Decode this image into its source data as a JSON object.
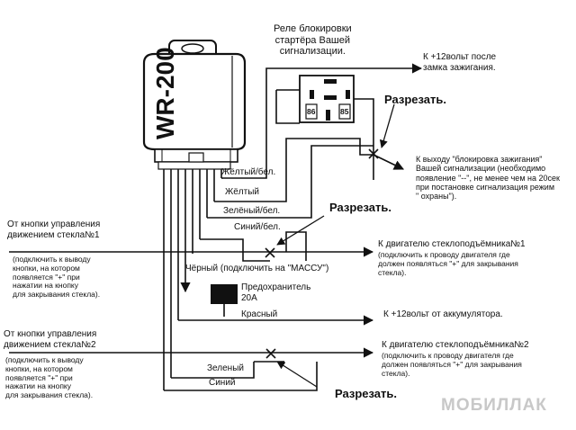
{
  "module": {
    "name": "WR-200"
  },
  "relay": {
    "title": "Реле блокировки\nстартёра Вашей\nсигнализации.",
    "pin_86": "86",
    "pin_85": "85"
  },
  "cut_labels": [
    "Разрезать.",
    "Разрезать.",
    "Разрезать."
  ],
  "wires": {
    "yellow_white": "Жёлтый/бел.",
    "yellow": "Жёлтый",
    "green_white": "Зелёный/бел.",
    "blue_white": "Синий/бел.",
    "black": "Чёрный (подключить на \"МАССУ\")",
    "red": "Красный",
    "green": "Зеленый",
    "blue": "Синий"
  },
  "fuse": {
    "label": "Предохранитель\n20А"
  },
  "right_notes": {
    "ignition": "К +12вольт после\nзамка зажигания.",
    "ignition_lock_out": "К выходу \"блокировка зажигания\"\n Вашей сигнализации (необходимо\nпоявление \"--\", не менее чем на 20сек\nпри постановке сигнализация режим\n\" охраны\").",
    "motor1": "К двигателю стеклоподъёмника№1",
    "motor1_note": "(подключить к проводу двигателя где\nдолжен появляться \"+\" для закрывания\nстекла).",
    "battery": "К +12вольт от аккумулятора.",
    "motor2": "К двигателю стеклоподъёмника№2",
    "motor2_note": "(подключить к проводу двигателя где\nдолжен появляться \"+\" для закрывания\nстекла)."
  },
  "left_notes": {
    "button1": "От кнопки управления\nдвижением стекла№1",
    "button1_note": "(подключить к выводу\nкнопки, на котором\nпоявляется \"+\" при\nнажатии на кнопку\nдля закрывания стекла).",
    "button2": "От кнопки управления\nдвижением стекла№2",
    "button2_note": "(подключить к выводу\nкнопки, на котором\nпоявляется \"+\" при\nнажатии на кнопку\nдля закрывания стекла)."
  },
  "watermark": "МОБИЛЛАК"
}
